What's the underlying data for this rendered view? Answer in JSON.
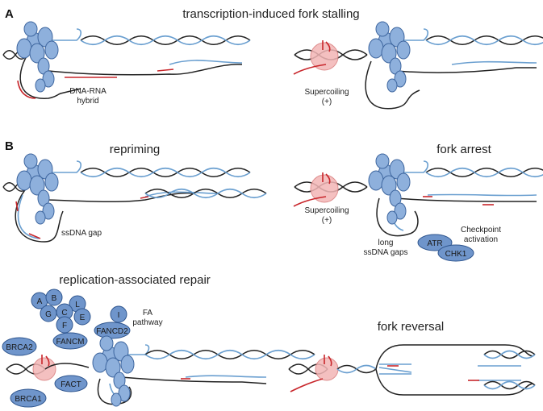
{
  "panels": {
    "a": {
      "letter": "A",
      "title": "transcription-induced fork stalling",
      "left": {
        "label_line1": "DNA-RNA",
        "label_line2": "hybrid"
      },
      "right": {
        "label_line1": "Supercoiling",
        "label_line2": "(+)"
      }
    },
    "b": {
      "letter": "B",
      "repriming": {
        "title": "repriming",
        "label": "ssDNA gap"
      },
      "arrest": {
        "title": "fork arrest",
        "supercoil_line1": "Supercoiling",
        "supercoil_line2": "(+)",
        "gaps_line1": "long",
        "gaps_line2": "ssDNA gaps",
        "checkpoint_line1": "Checkpoint",
        "checkpoint_line2": "activation",
        "atr": "ATR",
        "chk1": "CHK1"
      },
      "repair": {
        "title": "replication-associated repair",
        "fa_line1": "FA",
        "fa_line2": "pathway",
        "core": [
          "A",
          "B",
          "L",
          "G",
          "C",
          "E",
          "F",
          "I"
        ],
        "fancd2": "FANCD2",
        "fancm": "FANCM",
        "brca2": "BRCA2",
        "fact": "FACT",
        "brca1": "BRCA1"
      },
      "reversal": {
        "title": "fork reversal"
      }
    }
  },
  "colors": {
    "replisome_fill": "#8eb0dc",
    "protein_fill": "#6f95cb",
    "parental_strand": "#222222",
    "nascent_strand": "#6a9fd0",
    "rna": "#c8262b"
  }
}
